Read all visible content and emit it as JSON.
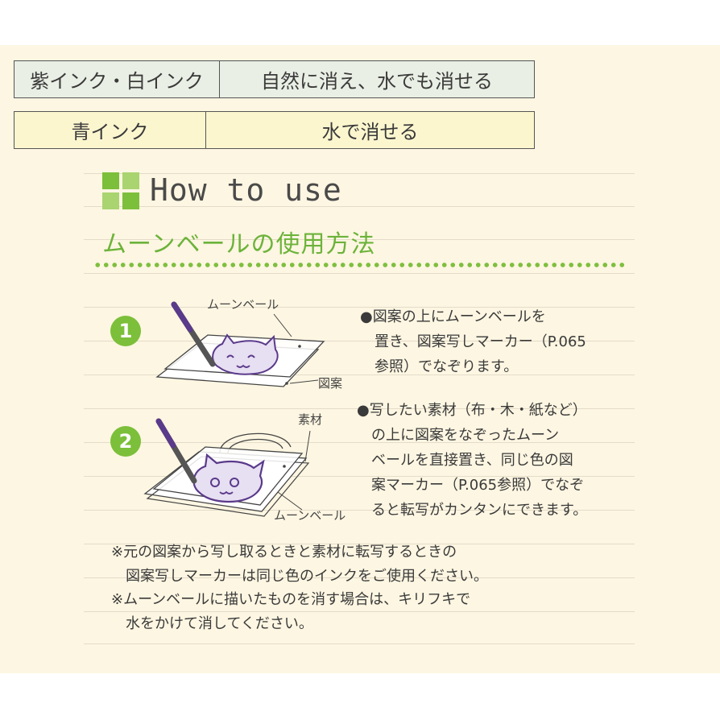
{
  "ink_table": [
    {
      "ink": "紫インク・白インク",
      "property": "自然に消え、水でも消せる"
    },
    {
      "ink": "青インク",
      "property": "水で消せる"
    }
  ],
  "section": {
    "title": "How to use",
    "subtitle": "ムーンベールの使用方法"
  },
  "steps": [
    {
      "number": "1",
      "labels": {
        "top": "ムーンベール",
        "bottom": "図案"
      },
      "description": "●図案の上にムーンベールを\n　置き、図案写しマーカー（P.065\n　参照）でなぞります。"
    },
    {
      "number": "2",
      "labels": {
        "top": "素材",
        "bottom": "ムーンベール"
      },
      "description": "●写したい素材（布・木・紙など）\n　の上に図案をなぞったムーン\n　ベールを直接置き、同じ色の図\n　案マーカー（P.065参照）でなぞ\n　ると転写がカンタンにできます。"
    }
  ],
  "notes": [
    "※元の図案から写し取るときと素材に転写するときの",
    "　図案写しマーカーは同じ色のインクをご使用ください。",
    "※ムーンベールに描いたものを消す場合は、キリフキで",
    "　水をかけて消してください。"
  ],
  "colors": {
    "accent_green": "#7cbf3a",
    "marker_purple": "#5a3a8a"
  }
}
